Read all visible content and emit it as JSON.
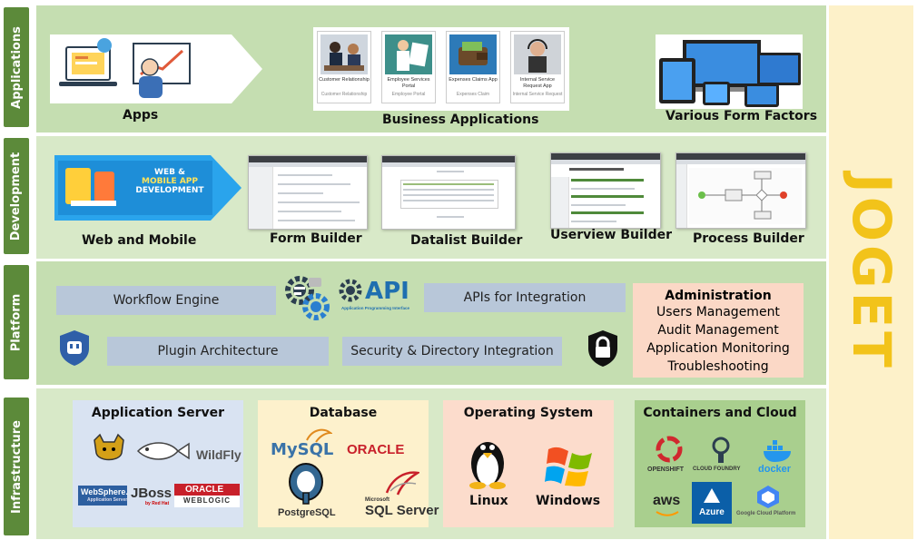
{
  "brand": {
    "name": "JOGET",
    "color": "#f2c31a"
  },
  "layers": {
    "applications": "Applications",
    "development": "Development",
    "platform": "Platform",
    "infrastructure": "Infrastructure"
  },
  "applications": {
    "apps": "Apps",
    "business_apps": "Business Applications",
    "form_factors": "Various Form Factors",
    "cards": [
      {
        "title": "Customer Relationship",
        "subtitle": "Customer Relationship"
      },
      {
        "title": "Employee Services Portal",
        "subtitle": "Employee Portal"
      },
      {
        "title": "Expenses Claims App",
        "subtitle": "Expenses Claim"
      },
      {
        "title": "Internal Service Request App",
        "subtitle": "Internal Service Request"
      }
    ]
  },
  "development": {
    "web_mobile": "Web and Mobile",
    "banner_line1": "WEB &",
    "banner_line2": "MOBILE APP",
    "banner_line3": "DEVELOPMENT",
    "form_builder": "Form Builder",
    "datalist_builder": "Datalist Builder",
    "userview_builder": "Userview Builder",
    "process_builder": "Process Builder"
  },
  "platform": {
    "workflow": "Workflow Engine",
    "apis": "APIs for Integration",
    "plugin": "Plugin Architecture",
    "security": "Security & Directory Integration",
    "api_logo": "API",
    "api_sub": "Application Programming Interface",
    "admin": {
      "title": "Administration",
      "items": [
        "Users Management",
        "Audit Management",
        "Application Monitoring",
        "Troubleshooting"
      ]
    }
  },
  "infrastructure": {
    "app_server": {
      "title": "Application Server",
      "wildfly": "WildFly",
      "websphere": "WebSphere.",
      "websphere_sub": "Application Server",
      "jboss": "JBoss",
      "jboss_sub": "by Red Hat",
      "oracle": "ORACLE",
      "weblogic": "WEBLOGIC"
    },
    "database": {
      "title": "Database",
      "mysql": "MySQL",
      "oracle": "ORACLE",
      "postgres": "PostgreSQL",
      "sqlserver_pre": "Microsoft",
      "sqlserver": "SQL Server"
    },
    "os": {
      "title": "Operating System",
      "linux": "Linux",
      "windows": "Windows"
    },
    "cloud": {
      "title": "Containers and Cloud",
      "openshift": "OPENSHIFT",
      "cloudfoundry": "CLOUD FOUNDRY",
      "docker": "docker",
      "aws": "aws",
      "azure": "Azure",
      "gcp": "Google Cloud Platform"
    }
  }
}
